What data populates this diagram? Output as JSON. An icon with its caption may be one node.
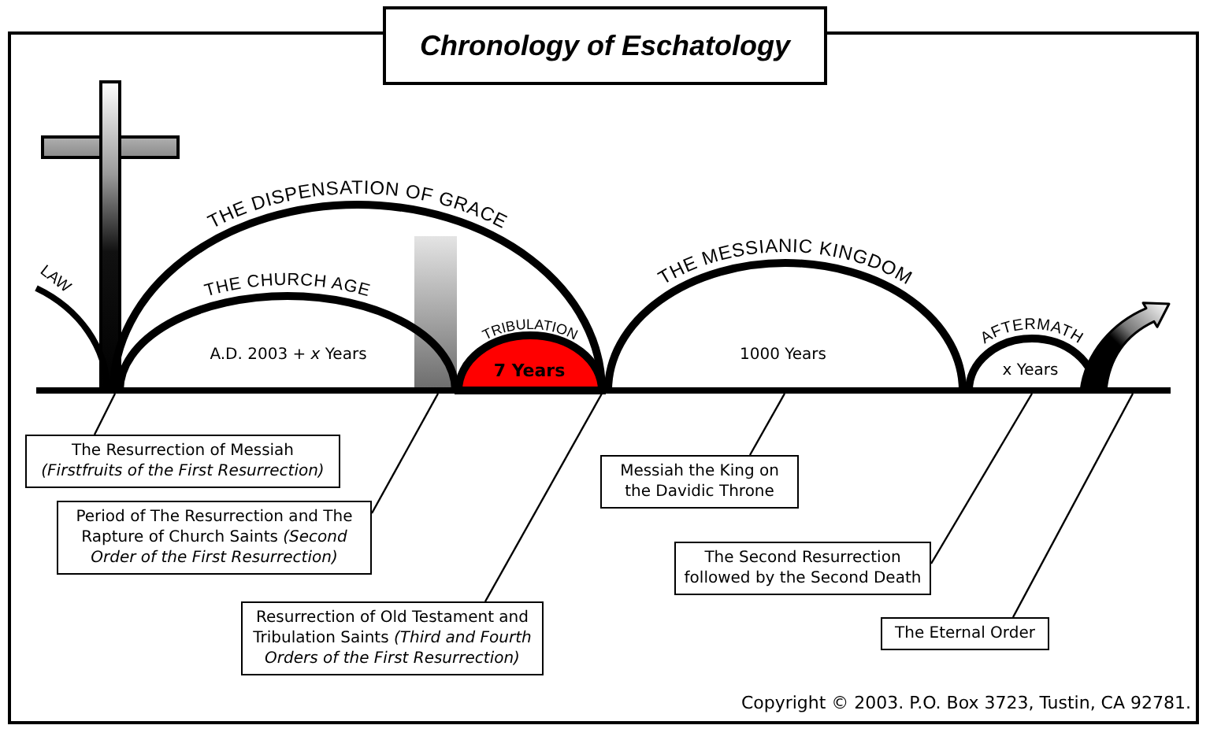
{
  "diagram": {
    "title": "Chronology of Eschatology",
    "nodes": [
      {
        "text": [],
        "shape": "picture"
      },
      {
        "text": [
          "LAW"
        ]
      },
      {
        "text": [
          "THE DISPENSATION OF GRACE"
        ]
      },
      {
        "text": [
          "THE CHURCH AGE",
          "A.D. 2003 + *x* Years"
        ],
        "in": 2
      },
      {
        "text": [],
        "shape": "bar",
        "in": 2
      },
      {
        "text": [
          "TRIBULATION",
          "7 Years"
        ],
        "in": 2
      },
      {
        "text": [
          "THE MESSIANIC KINGDOM",
          "1000 Years"
        ]
      },
      {
        "text": [
          "AFTERMATH",
          "x Years"
        ]
      },
      {
        "text": [
          "The Resurrection of Messiah *(Firstfruits of the First Resurrection)*"
        ]
      },
      {
        "text": [
          "Period of The Resurrection and The Rapture of Church Saints *(Second Order of the First Resurrection)*"
        ]
      },
      {
        "text": [
          "Messiah the King on the Davidic Throne"
        ]
      },
      {
        "text": [
          "Resurrection of Old Testament and Tribulation Saints *(Third and Fourth Orders of the First Resurrection)*"
        ]
      },
      {
        "text": [
          "The Second Resurrection followed by the Second Death"
        ]
      },
      {
        "text": [
          "The Eternal Order"
        ]
      }
    ],
    "edges": [
      {
        "from": 8,
        "to": 0,
        "arrow": "none"
      },
      {
        "from": 9,
        "to": 4,
        "arrow": "none"
      },
      {
        "from": 10,
        "to": 6,
        "arrow": "none"
      },
      {
        "from": 11,
        "to": 5,
        "arrow": "none"
      },
      {
        "from": 12,
        "to": 7,
        "arrow": "none"
      },
      {
        "from": 13,
        "to": null,
        "arrow": "none"
      }
    ],
    "labels": [
      "Copyright © 2003. P.O. Box 3723, Tustin, CA 92781."
    ]
  }
}
